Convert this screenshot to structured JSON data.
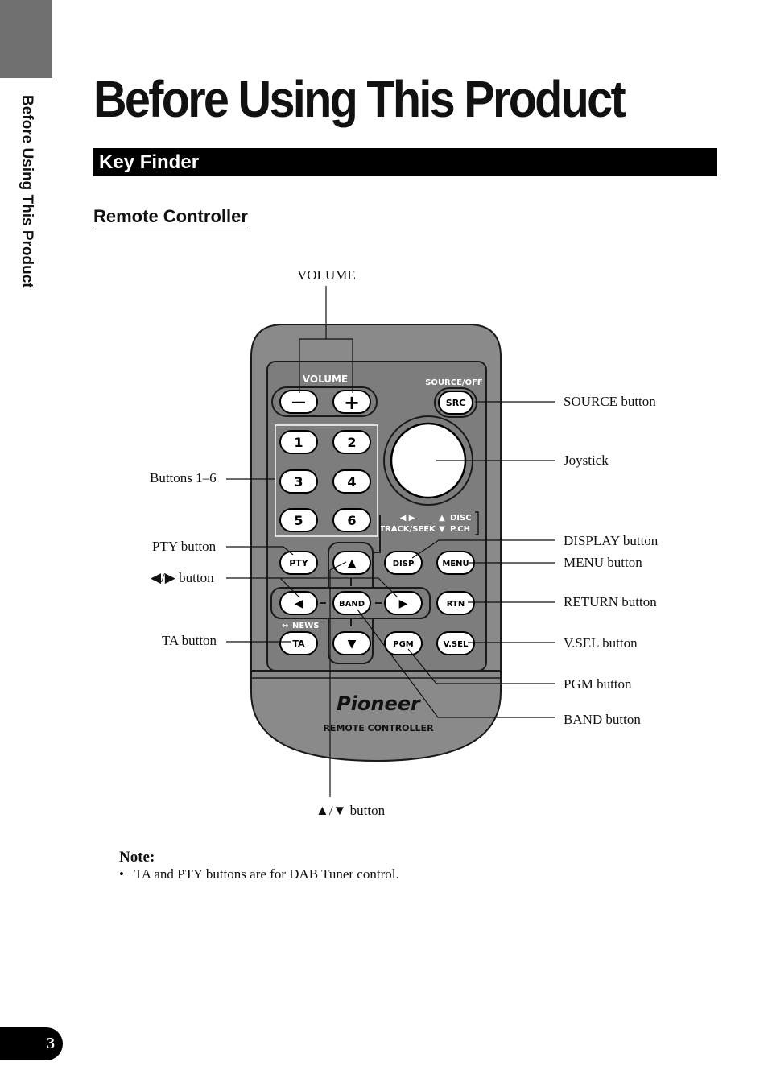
{
  "side_tab": {
    "text": "Before Using This Product"
  },
  "page_title": "Before  Using This Product",
  "section": {
    "title": "Key Finder"
  },
  "subsection": {
    "title": "Remote Controller"
  },
  "remote": {
    "panel_labels": {
      "volume": "VOLUME",
      "source_off": "SOURCE/OFF",
      "track_seek": "TRACK/SEEK",
      "disc": "DISC",
      "pch": "P.CH",
      "news": "NEWS",
      "brand": "Pioneer",
      "model": "REMOTE CONTROLLER"
    },
    "buttons": {
      "minus": "—",
      "plus": "+",
      "src": "SRC",
      "num1": "1",
      "num2": "2",
      "num3": "3",
      "num4": "4",
      "num5": "5",
      "num6": "6",
      "pty": "PTY",
      "up": "▲",
      "disp": "DISP",
      "menu": "MENU",
      "left": "◀",
      "band": "BAND",
      "right": "▶",
      "rtn": "RTN",
      "ta": "TA",
      "down": "▼",
      "pgm": "PGM",
      "vsel": "V.SEL"
    },
    "arrow_glyphs": {
      "track": "◀ ▶",
      "disc_up": "▲",
      "disc_down": "▼",
      "news": "↔"
    }
  },
  "callouts": {
    "volume": "VOLUME",
    "source": "SOURCE button",
    "joystick": "Joystick",
    "buttons_1_6": "Buttons 1–6",
    "pty": "PTY button",
    "display": "DISPLAY button",
    "menu": "MENU button",
    "left_right": "◀/▶ button",
    "return": "RETURN button",
    "ta": "TA button",
    "vsel": "V.SEL button",
    "pgm": "PGM button",
    "band": "BAND button",
    "up_down": "▲/▼ button"
  },
  "note": {
    "title": "Note:",
    "items": [
      "TA and PTY buttons are for DAB Tuner control."
    ]
  },
  "page_number": "3",
  "colors": {
    "remote_body": "#8a8a8a",
    "remote_panel": "#7d7d7d",
    "button_face": "#ffffff",
    "tab_gray": "#6f6f6f",
    "black": "#000000"
  }
}
